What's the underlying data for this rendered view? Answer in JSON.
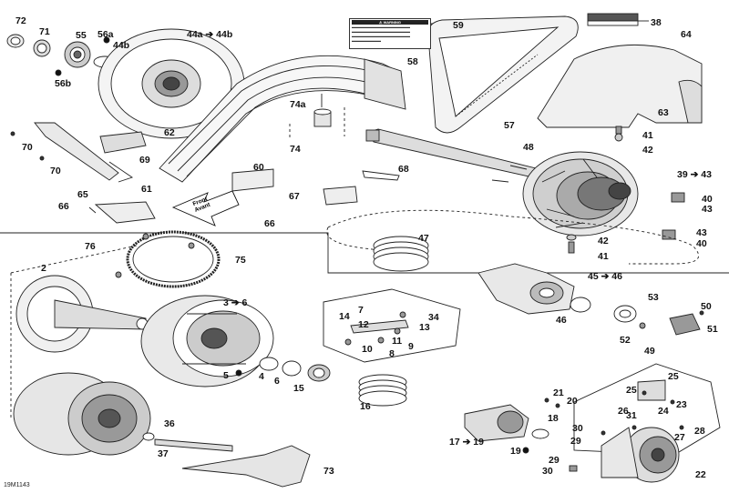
{
  "diagram_code": "19M1143",
  "arrow_sign": [
    "Front",
    "Avant"
  ],
  "labels": [
    {
      "id": "72",
      "t": "72"
    },
    {
      "id": "71",
      "t": "71"
    },
    {
      "id": "55",
      "t": "55"
    },
    {
      "id": "56a",
      "t": "56a"
    },
    {
      "id": "44b",
      "t": "44b"
    },
    {
      "id": "56b",
      "t": "56b"
    },
    {
      "id": "44a",
      "t": "44a ➔ 44b"
    },
    {
      "id": "59",
      "t": "59"
    },
    {
      "id": "38",
      "t": "38"
    },
    {
      "id": "64",
      "t": "64"
    },
    {
      "id": "58",
      "t": "58"
    },
    {
      "id": "74a",
      "t": "74a"
    },
    {
      "id": "74",
      "t": "74"
    },
    {
      "id": "57",
      "t": "57"
    },
    {
      "id": "63",
      "t": "63"
    },
    {
      "id": "41a",
      "t": "41"
    },
    {
      "id": "42a",
      "t": "42"
    },
    {
      "id": "48",
      "t": "48"
    },
    {
      "id": "62",
      "t": "62"
    },
    {
      "id": "70a",
      "t": "70"
    },
    {
      "id": "69",
      "t": "69"
    },
    {
      "id": "70b",
      "t": "70"
    },
    {
      "id": "60",
      "t": "60"
    },
    {
      "id": "68",
      "t": "68"
    },
    {
      "id": "39",
      "t": "39 ➔ 43"
    },
    {
      "id": "61",
      "t": "61"
    },
    {
      "id": "65",
      "t": "65"
    },
    {
      "id": "67",
      "t": "67"
    },
    {
      "id": "40a",
      "t": "40"
    },
    {
      "id": "43a",
      "t": "43"
    },
    {
      "id": "66a",
      "t": "66"
    },
    {
      "id": "66b",
      "t": "66"
    },
    {
      "id": "47",
      "t": "47"
    },
    {
      "id": "42b",
      "t": "42"
    },
    {
      "id": "43b",
      "t": "43"
    },
    {
      "id": "40b",
      "t": "40"
    },
    {
      "id": "41b",
      "t": "41"
    },
    {
      "id": "76",
      "t": "76"
    },
    {
      "id": "75",
      "t": "75"
    },
    {
      "id": "2",
      "t": "2"
    },
    {
      "id": "45",
      "t": "45 ➔ 46"
    },
    {
      "id": "3",
      "t": "3 ➔ 6"
    },
    {
      "id": "53",
      "t": "53"
    },
    {
      "id": "50",
      "t": "50"
    },
    {
      "id": "7",
      "t": "7"
    },
    {
      "id": "14",
      "t": "14"
    },
    {
      "id": "34",
      "t": "34"
    },
    {
      "id": "12",
      "t": "12"
    },
    {
      "id": "13",
      "t": "13"
    },
    {
      "id": "46",
      "t": "46"
    },
    {
      "id": "51",
      "t": "51"
    },
    {
      "id": "52",
      "t": "52"
    },
    {
      "id": "10",
      "t": "10"
    },
    {
      "id": "11",
      "t": "11"
    },
    {
      "id": "9",
      "t": "9"
    },
    {
      "id": "8",
      "t": "8"
    },
    {
      "id": "49",
      "t": "49"
    },
    {
      "id": "5",
      "t": "5"
    },
    {
      "id": "4",
      "t": "4"
    },
    {
      "id": "6",
      "t": "6"
    },
    {
      "id": "15",
      "t": "15"
    },
    {
      "id": "16",
      "t": "16"
    },
    {
      "id": "21",
      "t": "21"
    },
    {
      "id": "25a",
      "t": "25"
    },
    {
      "id": "25b",
      "t": "25"
    },
    {
      "id": "20",
      "t": "20"
    },
    {
      "id": "23",
      "t": "23"
    },
    {
      "id": "18",
      "t": "18"
    },
    {
      "id": "26",
      "t": "26"
    },
    {
      "id": "24",
      "t": "24"
    },
    {
      "id": "36",
      "t": "36"
    },
    {
      "id": "30a",
      "t": "30"
    },
    {
      "id": "31",
      "t": "31"
    },
    {
      "id": "28",
      "t": "28"
    },
    {
      "id": "27",
      "t": "27"
    },
    {
      "id": "17",
      "t": "17 ➔ 19"
    },
    {
      "id": "29a",
      "t": "29"
    },
    {
      "id": "37",
      "t": "37"
    },
    {
      "id": "19",
      "t": "19"
    },
    {
      "id": "29b",
      "t": "29"
    },
    {
      "id": "73",
      "t": "73"
    },
    {
      "id": "30b",
      "t": "30"
    },
    {
      "id": "22",
      "t": "22"
    }
  ]
}
